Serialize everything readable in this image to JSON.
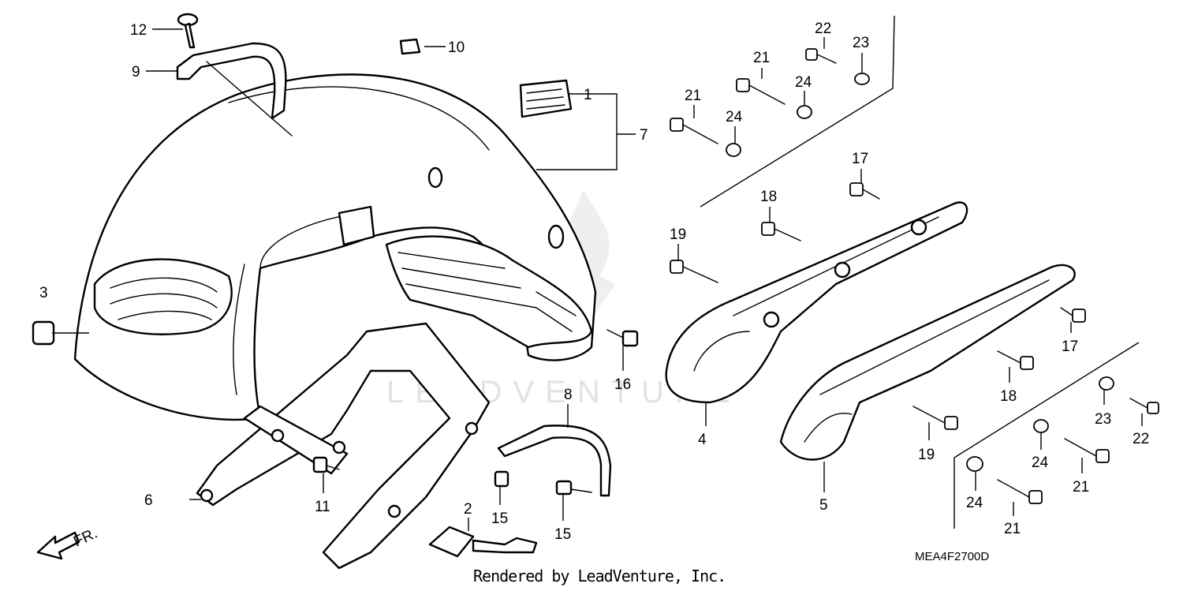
{
  "diagram_code": "MEA4F2700D",
  "credit": "Rendered by LeadVenture, Inc.",
  "watermark": "LEADVENTURE",
  "front_marker": "FR.",
  "callouts": [
    {
      "id": "c1",
      "text": "1"
    },
    {
      "id": "c2",
      "text": "2"
    },
    {
      "id": "c3",
      "text": "3"
    },
    {
      "id": "c4",
      "text": "4"
    },
    {
      "id": "c5",
      "text": "5"
    },
    {
      "id": "c6",
      "text": "6"
    },
    {
      "id": "c7",
      "text": "7"
    },
    {
      "id": "c8",
      "text": "8"
    },
    {
      "id": "c9",
      "text": "9"
    },
    {
      "id": "c10",
      "text": "10"
    },
    {
      "id": "c11",
      "text": "11"
    },
    {
      "id": "c12",
      "text": "12"
    },
    {
      "id": "c15a",
      "text": "15"
    },
    {
      "id": "c15b",
      "text": "15"
    },
    {
      "id": "c16",
      "text": "16"
    },
    {
      "id": "c17a",
      "text": "17"
    },
    {
      "id": "c17b",
      "text": "17"
    },
    {
      "id": "c18a",
      "text": "18"
    },
    {
      "id": "c18b",
      "text": "18"
    },
    {
      "id": "c19a",
      "text": "19"
    },
    {
      "id": "c19b",
      "text": "19"
    },
    {
      "id": "c21a",
      "text": "21"
    },
    {
      "id": "c21b",
      "text": "21"
    },
    {
      "id": "c21c",
      "text": "21"
    },
    {
      "id": "c21d",
      "text": "21"
    },
    {
      "id": "c22a",
      "text": "22"
    },
    {
      "id": "c22b",
      "text": "22"
    },
    {
      "id": "c23a",
      "text": "23"
    },
    {
      "id": "c23b",
      "text": "23"
    },
    {
      "id": "c24a",
      "text": "24"
    },
    {
      "id": "c24b",
      "text": "24"
    },
    {
      "id": "c24c",
      "text": "24"
    },
    {
      "id": "c24d",
      "text": "24"
    }
  ]
}
